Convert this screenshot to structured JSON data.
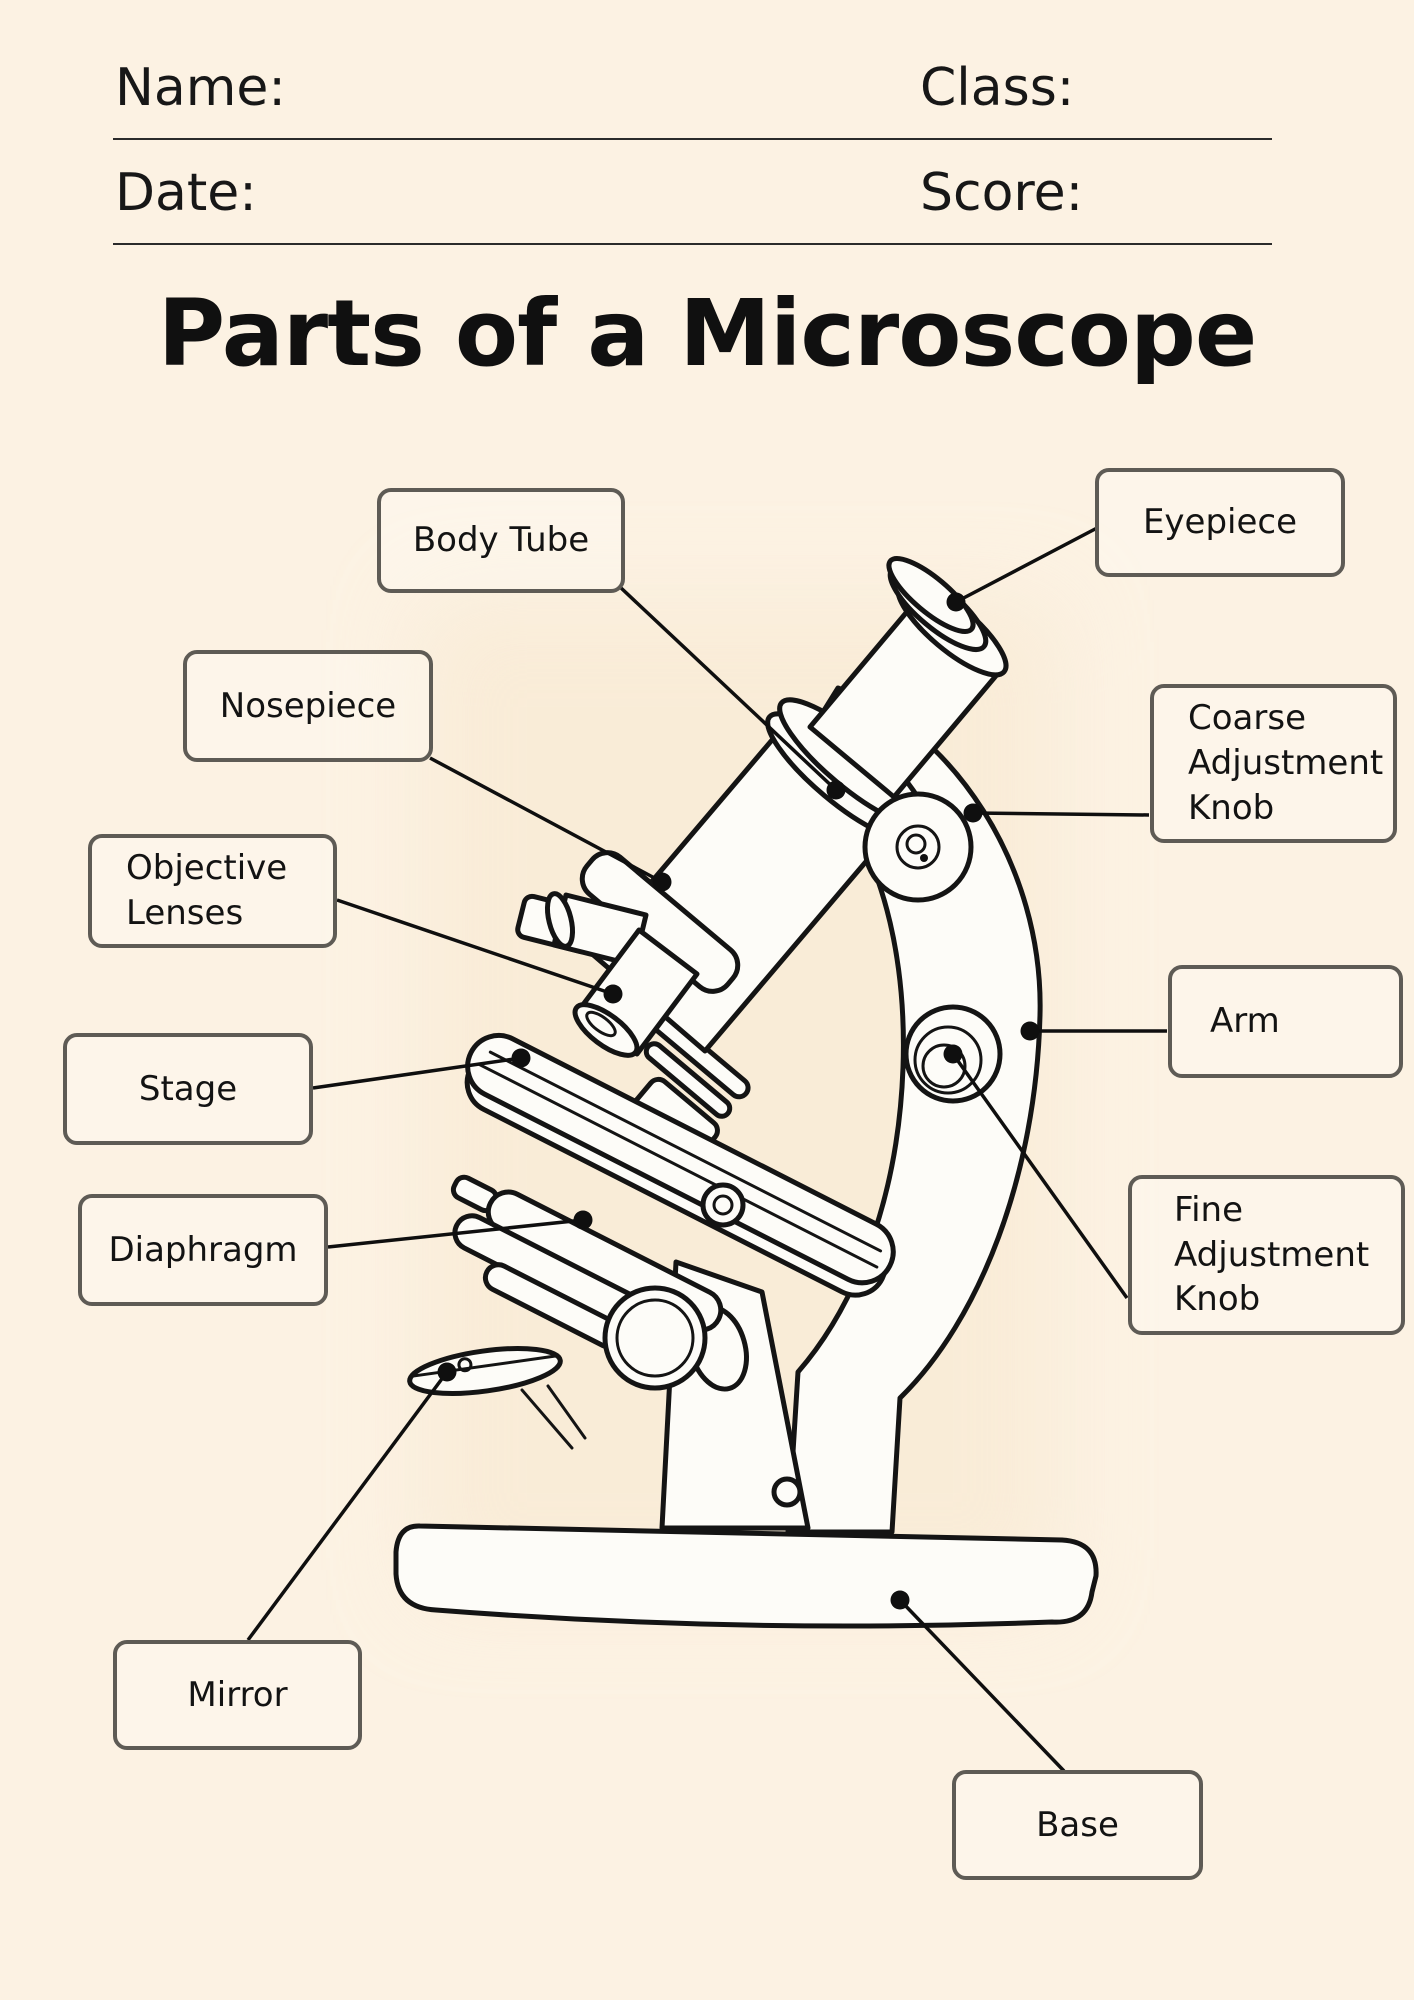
{
  "page": {
    "title": "Parts of a Microscope",
    "background_color": "#fcf2e3",
    "ink_color": "#141414",
    "box_border_color": "#5e5b55"
  },
  "header": {
    "name_label": "Name:",
    "class_label": "Class:",
    "date_label": "Date:",
    "score_label": "Score:",
    "name_value": "",
    "class_value": "",
    "date_value": "",
    "score_value": ""
  },
  "labels": [
    {
      "id": "body-tube",
      "text": "Body Tube"
    },
    {
      "id": "eyepiece",
      "text": "Eyepiece"
    },
    {
      "id": "nosepiece",
      "text": "Nosepiece"
    },
    {
      "id": "coarse-adjustment-knob",
      "text": "Coarse Adjustment Knob"
    },
    {
      "id": "objective-lenses",
      "text": "Objective Lenses"
    },
    {
      "id": "arm",
      "text": "Arm"
    },
    {
      "id": "stage",
      "text": "Stage"
    },
    {
      "id": "fine-adjustment-knob",
      "text": "Fine Adjustment Knob"
    },
    {
      "id": "diaphragm",
      "text": "Diaphragm"
    },
    {
      "id": "mirror",
      "text": "Mirror"
    },
    {
      "id": "base",
      "text": "Base"
    }
  ],
  "figure": {
    "subject": "black-and-white line drawing of a compound microscope",
    "labeled_parts": [
      "Body Tube",
      "Eyepiece",
      "Nosepiece",
      "Coarse Adjustment Knob",
      "Objective Lenses",
      "Arm",
      "Stage",
      "Fine Adjustment Knob",
      "Diaphragm",
      "Mirror",
      "Base"
    ]
  }
}
